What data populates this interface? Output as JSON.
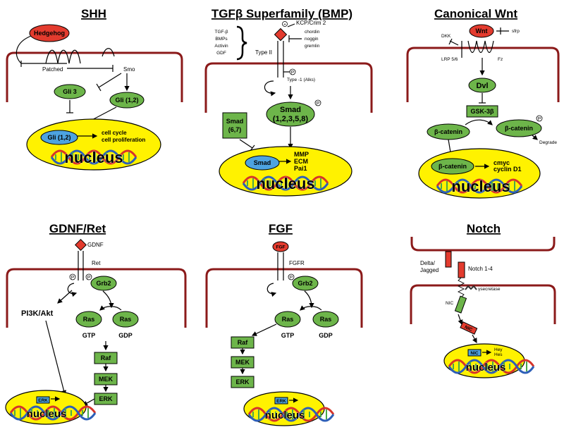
{
  "panels": {
    "shh": {
      "title": "SHH",
      "hedgehog": "Hedgehog",
      "patched": "Patched",
      "smo": "Smo",
      "gli3": "Gli 3",
      "gli12": "Gli (1,2)",
      "gli12_nuc": "Gli (1,2)",
      "target1": "cell cycle",
      "target2": "cell proliferation",
      "nucleus": "nucleus"
    },
    "tgfb": {
      "title": "TGFβ Superfamily (BMP)",
      "ligands": [
        "TGF-β",
        "BMPs",
        "Activin",
        "GDF"
      ],
      "kcp": "KCP/Crim 2",
      "inhibitors": [
        "chordin",
        "noggin",
        "gremlin"
      ],
      "typeII": "Type II",
      "type1": "Type -1 (Alks)",
      "smad67": [
        "Smad",
        "(6,7)"
      ],
      "smad1235": [
        "Smad",
        "(1,2,3,5,8)"
      ],
      "smad_nuc": "Smad",
      "targets": [
        "MMP",
        "ECM",
        "Pai1"
      ],
      "nucleus": "nucleus"
    },
    "wnt": {
      "title": "Canonical Wnt",
      "wnt": "Wnt",
      "sfrp": "sfrp",
      "dkk": "DKK",
      "lrp": "LRP 5/6",
      "fz": "Fz",
      "dvl": "Dvl",
      "gsk": "GSK-3β",
      "bcat1": "β-catenin",
      "bcat2": "β-catenin",
      "bcat_nuc": "β-catenin",
      "degrade": "Degrade",
      "targets": [
        "cmyc",
        "cyclin D1"
      ],
      "nucleus": "nucleus"
    },
    "gdnf": {
      "title": "GDNF/Ret",
      "gdnf": "GDNF",
      "ret": "Ret",
      "grb2": "Grb2",
      "pi3k": "PI3K/Akt",
      "ras1": "Ras",
      "ras2": "Ras",
      "gtp": "GTP",
      "gdp": "GDP",
      "raf": "Raf",
      "mek": "MEK",
      "erk": "ERK",
      "erk_nuc": "ERK",
      "nucleus": "nucleus"
    },
    "fgf": {
      "title": "FGF",
      "fgf": "FGF",
      "fgfr": "FGFR",
      "grb2": "Grb2",
      "ras1": "Ras",
      "ras2": "Ras",
      "gtp": "GTP",
      "gdp": "GDP",
      "raf": "Raf",
      "mek": "MEK",
      "erk": "ERK",
      "erk_nuc": "ERK",
      "nucleus": "nucleus"
    },
    "notch": {
      "title": "Notch",
      "delta": [
        "Delta/",
        "Jagged"
      ],
      "notch": "Notch 1-4",
      "secretase": "γsecretase",
      "nic": "NIC",
      "nic2": "NIC",
      "nic_nuc": "NIC",
      "targets": [
        "Hey",
        "Hes"
      ],
      "nucleus": "nucleus"
    }
  },
  "phospho": "P",
  "colors": {
    "membrane": "#8b1a1a",
    "green": "#6db54a",
    "red": "#e33b2e",
    "blue": "#4da3e0",
    "nucleus": "#fff200"
  }
}
